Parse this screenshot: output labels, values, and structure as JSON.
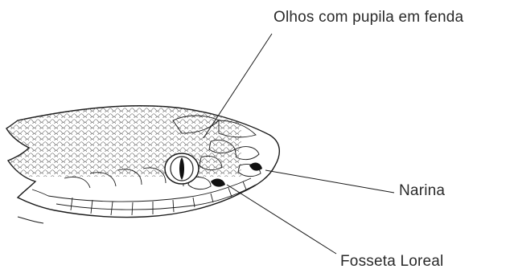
{
  "labels": {
    "eyes": "Olhos com pupila em fenda",
    "nostril": "Narina",
    "pit": "Fosseta Loreal"
  },
  "colors": {
    "ink": "#2a2a2a",
    "background": "#ffffff"
  }
}
